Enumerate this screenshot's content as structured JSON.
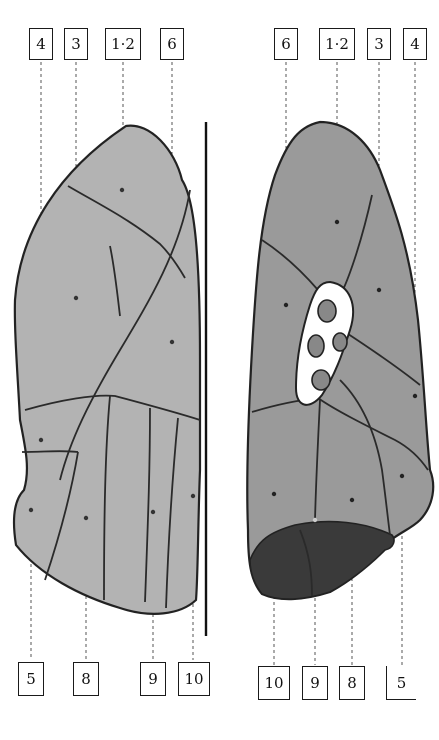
{
  "labels": {
    "top_left": [
      "4",
      "3",
      "1·2",
      "6"
    ],
    "top_right": [
      "6",
      "1·2",
      "3",
      "4"
    ],
    "bottom_left": [
      "5",
      "8",
      "9",
      "10"
    ],
    "bottom_right": [
      "10",
      "9",
      "8",
      "5"
    ]
  },
  "colors": {
    "lung_fill": "#b3b3b3",
    "lung_fill_right": "#9a9a9a",
    "dark_segment": "#3a3a3a",
    "outline": "#222222",
    "hilum": "#ffffff"
  }
}
